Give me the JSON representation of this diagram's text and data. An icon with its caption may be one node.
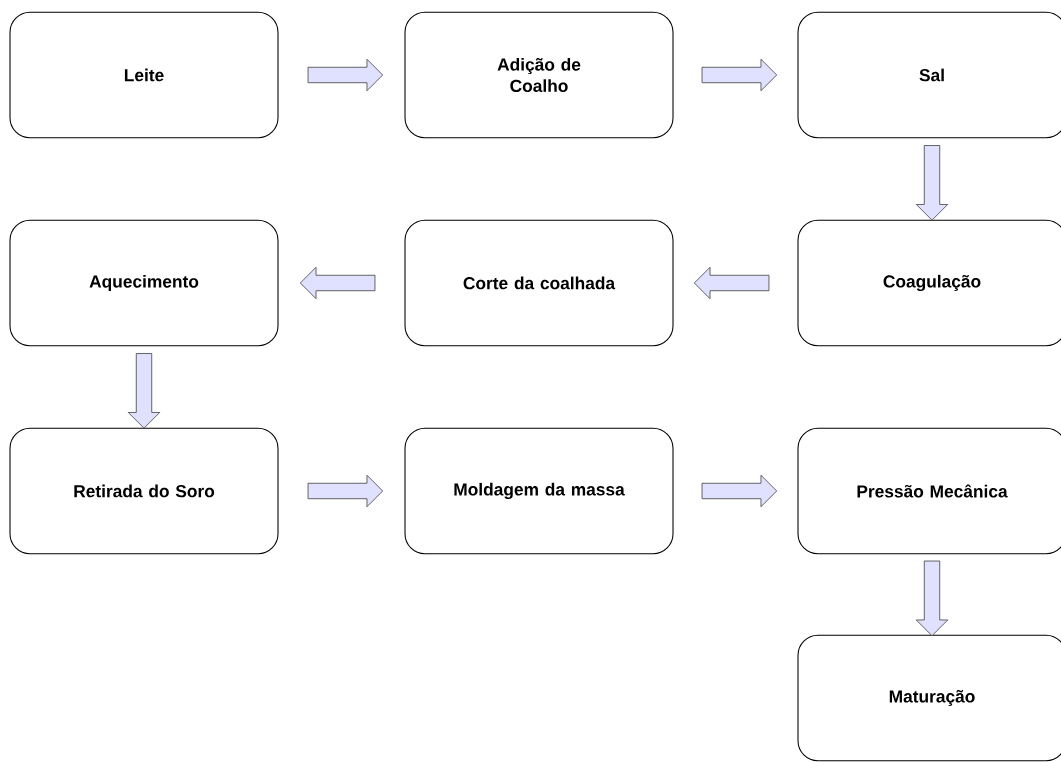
{
  "diagram": {
    "nodes": [
      {
        "text": [
          "Leite"
        ]
      },
      {
        "text": [
          "Adição de Coalho"
        ]
      },
      {
        "text": [
          "Sal"
        ]
      },
      {
        "text": [
          "Coagulação"
        ]
      },
      {
        "text": [
          "Corte da coalhada"
        ]
      },
      {
        "text": [
          "Aquecimento"
        ]
      },
      {
        "text": [
          "Retirada do Soro"
        ]
      },
      {
        "text": [
          "Moldagem da massa"
        ]
      },
      {
        "text": [
          "Pressão Mecânica"
        ]
      },
      {
        "text": [
          "Maturação"
        ]
      }
    ],
    "edges": [
      {
        "from": 0,
        "to": 1,
        "arrow": "to"
      },
      {
        "from": 1,
        "to": 2,
        "arrow": "to"
      },
      {
        "from": 2,
        "to": 3,
        "arrow": "to"
      },
      {
        "from": 3,
        "to": 4,
        "arrow": "to"
      },
      {
        "from": 4,
        "to": 5,
        "arrow": "to"
      },
      {
        "from": 5,
        "to": 6,
        "arrow": "to"
      },
      {
        "from": 6,
        "to": 7,
        "arrow": "to"
      },
      {
        "from": 7,
        "to": 8,
        "arrow": "to"
      },
      {
        "from": 8,
        "to": 9,
        "arrow": "to"
      }
    ]
  }
}
